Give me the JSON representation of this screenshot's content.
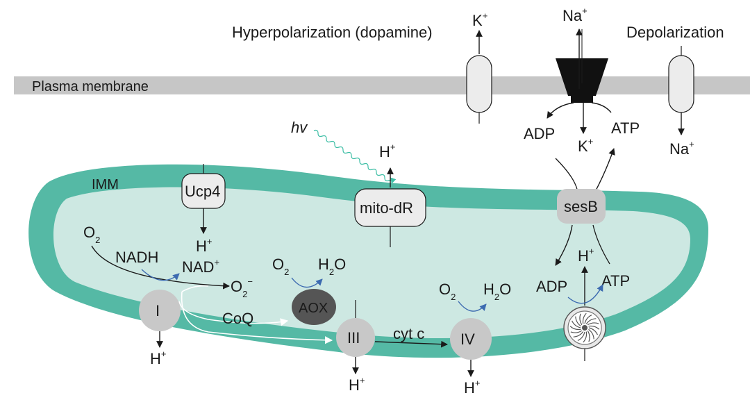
{
  "colors": {
    "membrane": "#c6c6c6",
    "imm_outer": "#55b9a5",
    "matrix": "#cde8e2",
    "complex": "#c8c8c8",
    "aox": "#555555",
    "ucp4_text": "#cc2fa8",
    "mito_dr_text": "#2aa890",
    "atp_text": "#f2b21d",
    "wavy": "#3dbea5",
    "blue_arrow": "#3c6ab0",
    "arrow": "#1a1a1a"
  },
  "labels": {
    "hyperpolarization": "Hyperpolarization (dopamine)",
    "depolarization": "Depolarization",
    "plasma_membrane": "Plasma membrane",
    "imm": "IMM",
    "hv": "hv",
    "ucp4": "Ucp4",
    "mito_dr": "mito-dR",
    "sesb": "sesB",
    "aox": "AOX",
    "complex_i": "I",
    "complex_iii": "III",
    "complex_iv": "IV",
    "nadh": "NADH",
    "nad": "NAD",
    "nad_sup": "+",
    "coq": "CoQ",
    "cyt_c": "cyt c",
    "adp": "ADP",
    "atp": "ATP",
    "h": "H",
    "plus": "+",
    "minus": "−",
    "k": "K",
    "na": "Na",
    "o": "O",
    "two": "2",
    "h2o_h": "H",
    "h2o_o": "O"
  }
}
